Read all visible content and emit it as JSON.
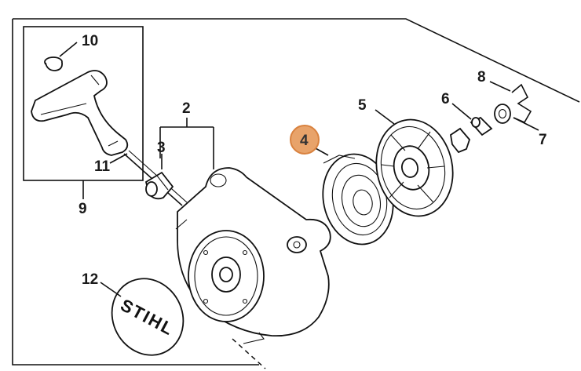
{
  "labels": {
    "p2": "2",
    "p3": "3",
    "p4": "4",
    "p5": "5",
    "p6": "6",
    "p7": "7",
    "p8": "8",
    "p9": "9",
    "p10": "10",
    "p11": "11",
    "p12": "12"
  },
  "badge_text": "STIHL",
  "highlight_color": "#E8A36A",
  "highlight_stroke": "#D9823F"
}
